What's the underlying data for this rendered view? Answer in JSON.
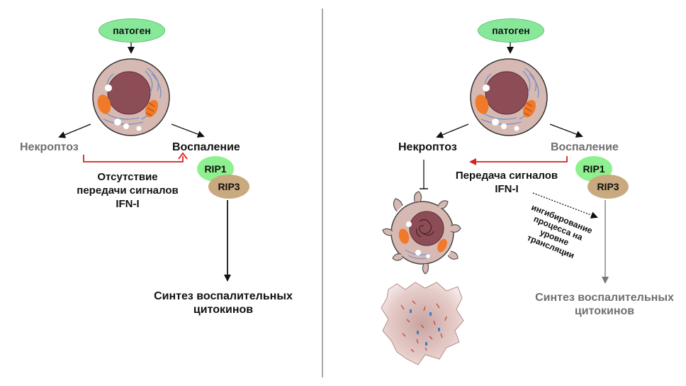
{
  "left": {
    "pathogen": "патоген",
    "necroptosis": "Некроптоз",
    "inflammation": "Воспаление",
    "signal_text": [
      "Отсутствие",
      "передачи сигналов",
      "IFN-I"
    ],
    "rip1": "RIP1",
    "rip3": "RIP3",
    "synthesis": [
      "Синтез воспалительных",
      "цитокинов"
    ]
  },
  "right": {
    "pathogen": "патоген",
    "necroptosis": "Некроптоз",
    "inflammation": "Воспаление",
    "signal_text": [
      "Передача сигналов",
      "IFN-I"
    ],
    "rip1": "RIP1",
    "rip3": "RIP3",
    "inhibition_text": [
      "ингибирование",
      "процесса на",
      "уровне",
      "трансляции"
    ],
    "synthesis": [
      "Синтез воспалительных",
      "цитокинов"
    ]
  },
  "colors": {
    "pathogen_fill": "#88e89a",
    "rip1_fill": "#8ff08f",
    "rip3_fill": "#c9a97f",
    "inhibit_arrow": "#d91f1f",
    "cell_fill": "#d7b9b3",
    "nucleus_fill": "#8d4d57",
    "mitochondria": "#f07a2a"
  },
  "icons": [
    "cell-illustration",
    "necroptotic-cell-illustration",
    "lysed-cell-debris-illustration"
  ]
}
